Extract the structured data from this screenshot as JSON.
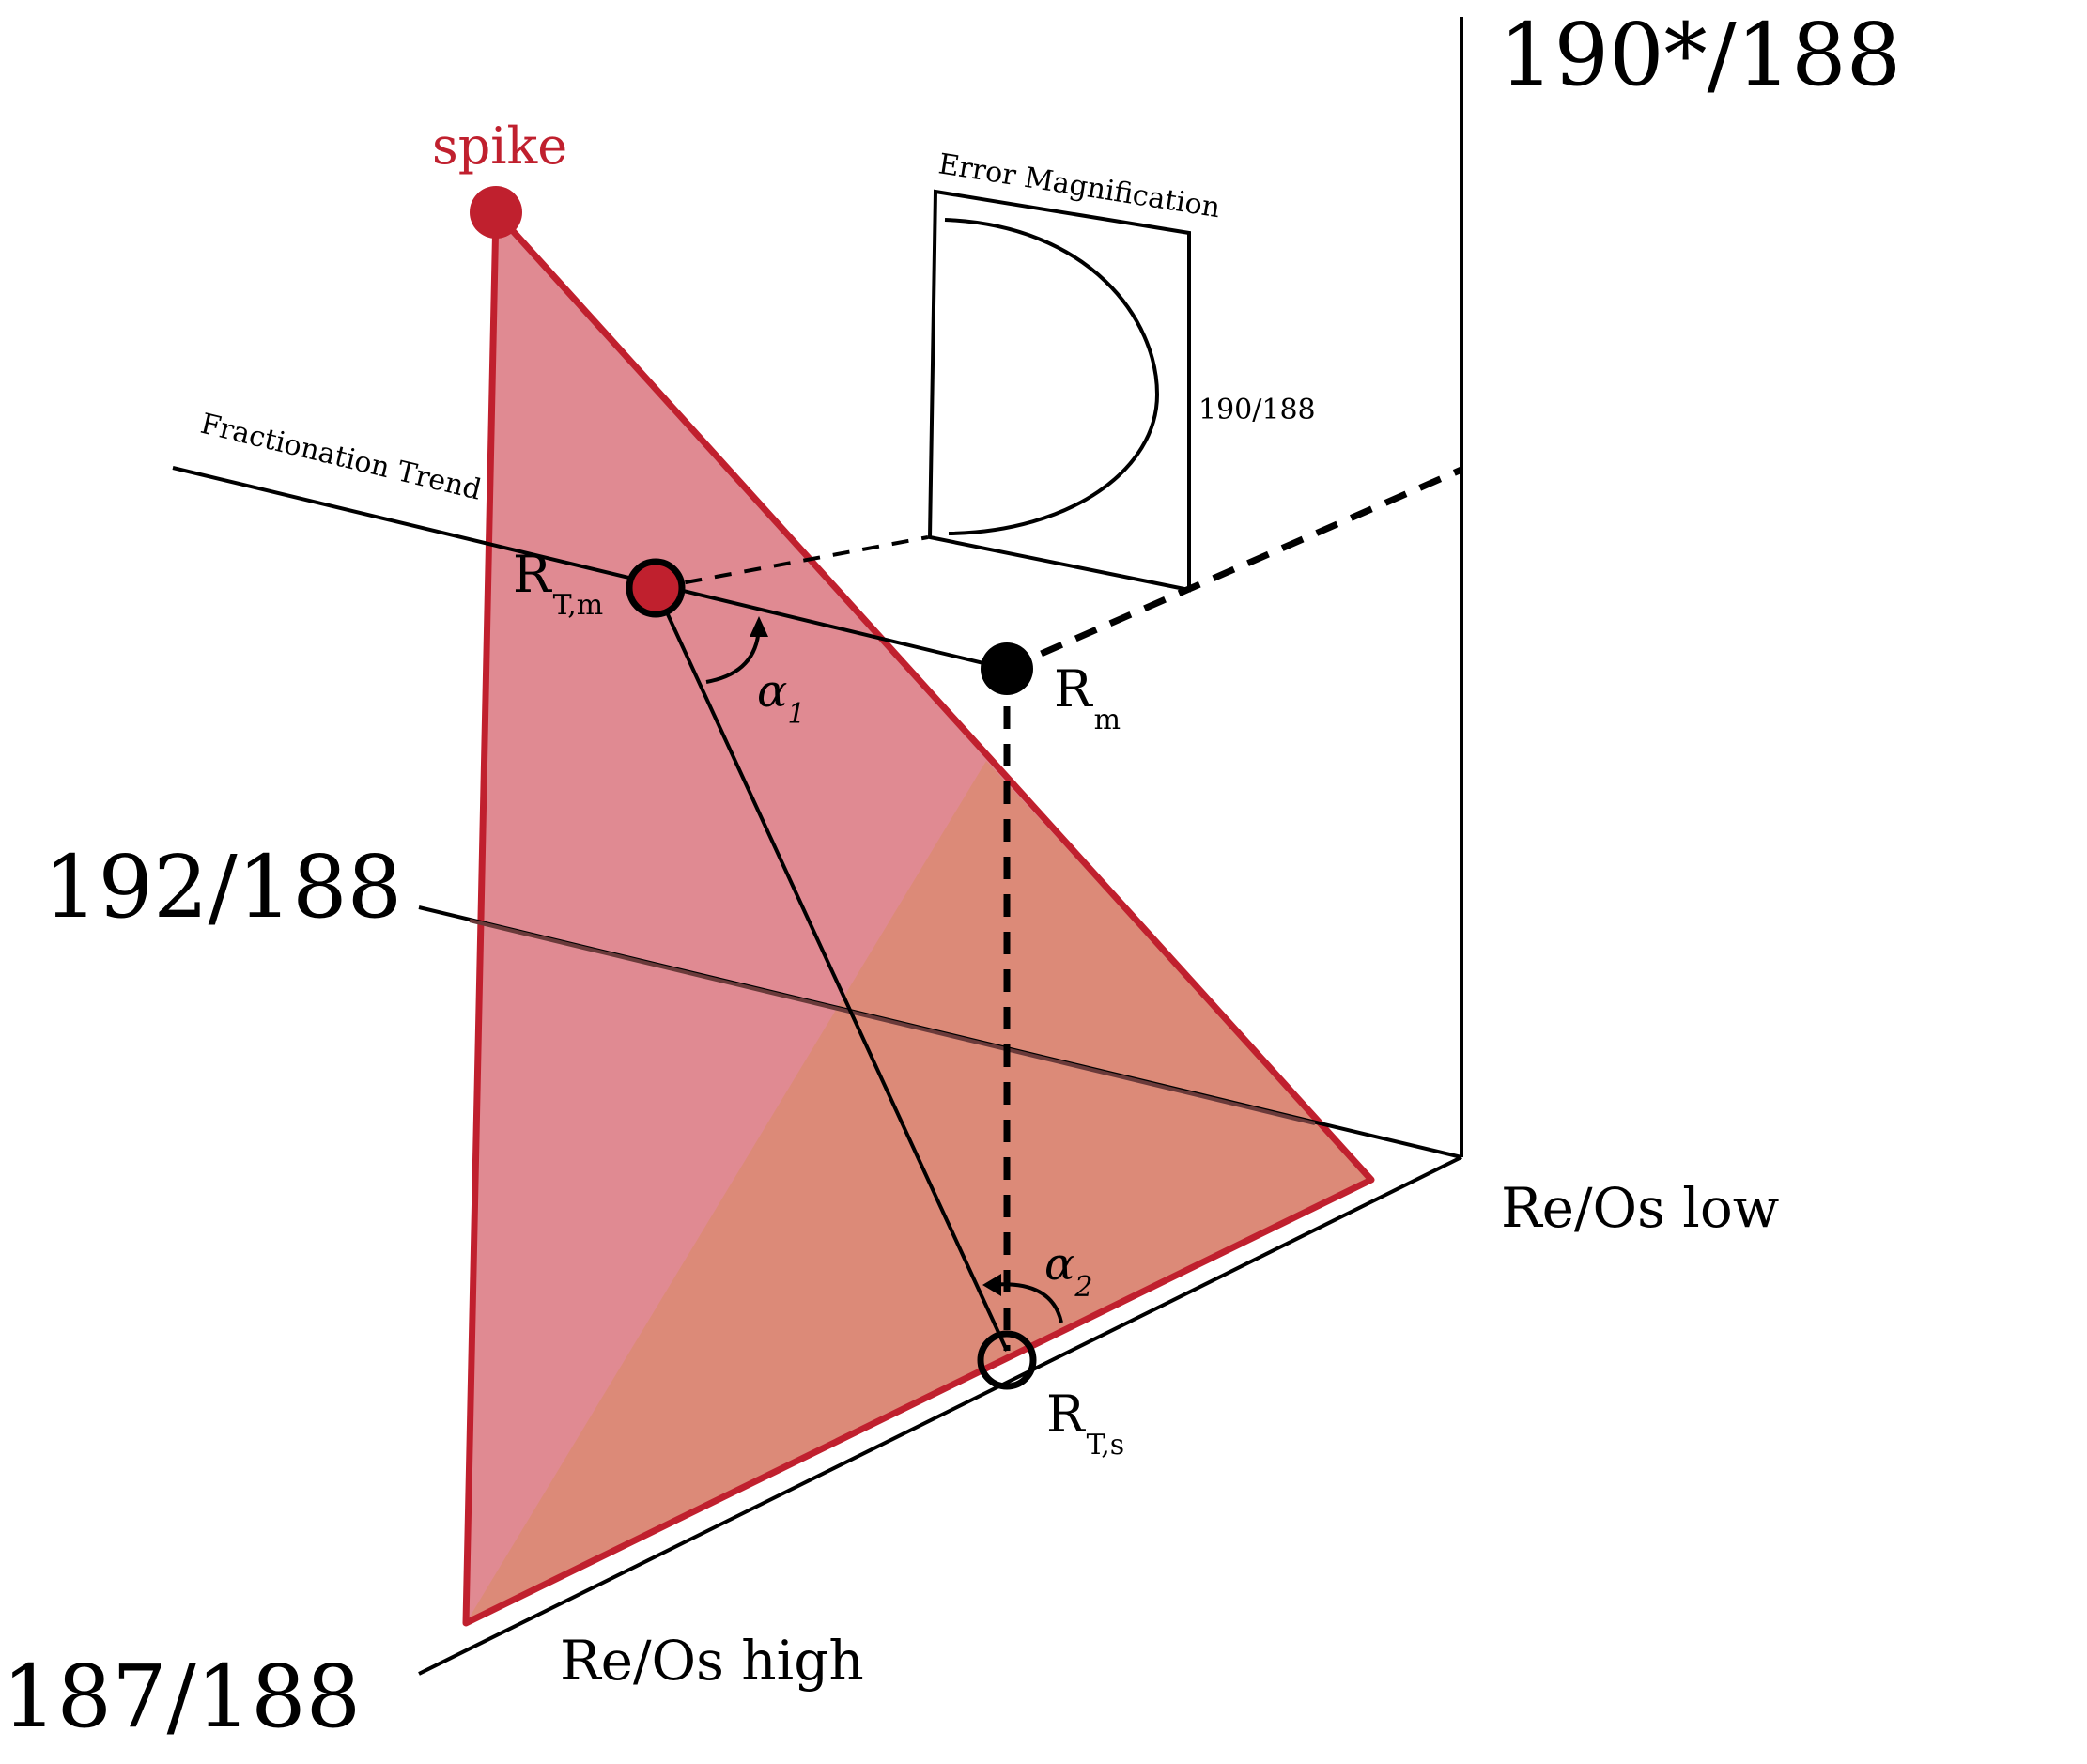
{
  "axes": {
    "vertical": "190*/188",
    "left": "192/188",
    "bottom_left": "187/188",
    "re_os_low": "Re/Os low",
    "re_os_high": "Re/Os high"
  },
  "spike": {
    "label": "spike",
    "color": "#c0202e"
  },
  "fractionation_trend": "Fractionation Trend",
  "error_magnification": {
    "title": "Error Magnification",
    "axis_label": "190/188"
  },
  "points": {
    "rtm": {
      "main": "R",
      "sub": "T,m"
    },
    "rm": {
      "main": "R",
      "sub": "m"
    },
    "rts": {
      "main": "R",
      "sub": "T,s"
    }
  },
  "angles": {
    "alpha1": {
      "main": "α",
      "sub": "1"
    },
    "alpha2": {
      "main": "α",
      "sub": "2"
    }
  },
  "colors": {
    "triangle_fill": "#e08a92",
    "triangle_lower_fill": "#dc8a78",
    "triangle_edge": "#c0202e"
  }
}
